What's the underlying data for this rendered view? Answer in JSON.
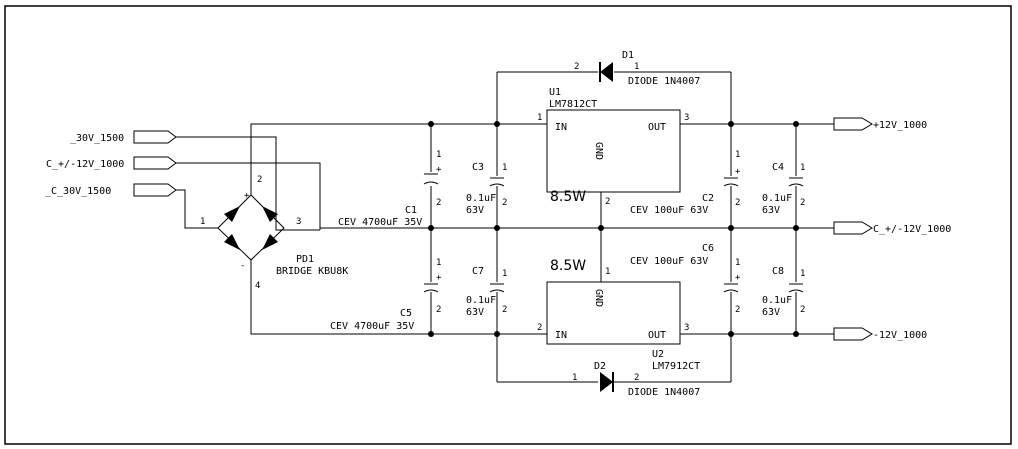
{
  "ports": {
    "in_30v": "_30V_1500",
    "in_common": "C_+/-12V_1000",
    "in_c30v": "_C_30V_1500",
    "out_pos": "+12V_1000",
    "out_common": "C_+/-12V_1000",
    "out_neg": "-12V_1000"
  },
  "bridge": {
    "ref": "PD1",
    "value": "BRIDGE KBU8K",
    "pin1": "1",
    "pin2": "2",
    "pin3": "3",
    "pin4": "4",
    "plus": "+",
    "minus": "-"
  },
  "u1": {
    "ref": "U1",
    "part": "LM7812CT",
    "in": "IN",
    "out": "OUT",
    "gnd": "GND",
    "pin1": "1",
    "pin2": "2",
    "pin3": "3",
    "power": "8.5W"
  },
  "u2": {
    "ref": "U2",
    "part": "LM7912CT",
    "in": "IN",
    "out": "OUT",
    "gnd": "GND",
    "pin1": "1",
    "pin2": "2",
    "pin3": "3",
    "power": "8.5W"
  },
  "d1": {
    "ref": "D1",
    "value": "DIODE 1N4007",
    "pin1": "1",
    "pin2": "2"
  },
  "d2": {
    "ref": "D2",
    "value": "DIODE 1N4007",
    "pin1": "1",
    "pin2": "2"
  },
  "caps": {
    "c1": {
      "ref": "C1",
      "value": "CEV 4700uF 35V"
    },
    "c5": {
      "ref": "C5",
      "value": "CEV 4700uF 35V"
    },
    "c3": {
      "ref": "C3",
      "value": "0.1uF",
      "volt": "63V"
    },
    "c7": {
      "ref": "C7",
      "value": "0.1uF",
      "volt": "63V"
    },
    "c2": {
      "ref": "C2",
      "value": "CEV 100uF 63V"
    },
    "c6": {
      "ref": "C6",
      "value": "CEV 100uF 63V"
    },
    "c4": {
      "ref": "C4",
      "value": "0.1uF",
      "volt": "63V"
    },
    "c8": {
      "ref": "C8",
      "value": "0.1uF",
      "volt": "63V"
    }
  },
  "cap_pins": {
    "one": "1",
    "two": "2",
    "plus": "+"
  }
}
